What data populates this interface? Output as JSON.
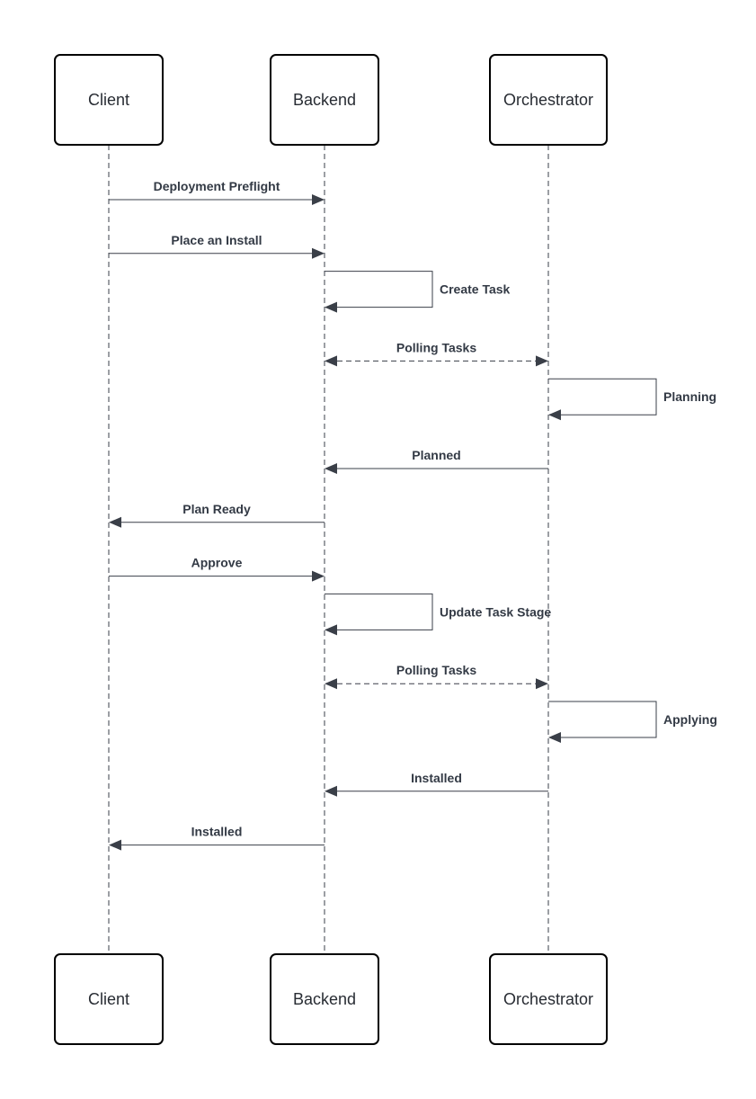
{
  "diagram": {
    "type": "sequence",
    "colors": {
      "box_stroke": "#000000",
      "line": "#3a3f48",
      "label": "#333a45",
      "participant_text": "#282c33"
    },
    "participants": [
      {
        "id": "client",
        "label": "Client"
      },
      {
        "id": "backend",
        "label": "Backend"
      },
      {
        "id": "orchestrator",
        "label": "Orchestrator"
      }
    ],
    "messages": [
      {
        "from": "client",
        "to": "backend",
        "label": "Deployment Preflight",
        "style": "solid"
      },
      {
        "from": "client",
        "to": "backend",
        "label": "Place an Install",
        "style": "solid"
      },
      {
        "from": "backend",
        "to": "backend",
        "label": "Create Task",
        "style": "self"
      },
      {
        "from": "backend",
        "to": "orchestrator",
        "label": "Polling Tasks",
        "style": "dashed-both"
      },
      {
        "from": "orchestrator",
        "to": "orchestrator",
        "label": "Planning",
        "style": "self"
      },
      {
        "from": "orchestrator",
        "to": "backend",
        "label": "Planned",
        "style": "solid"
      },
      {
        "from": "backend",
        "to": "client",
        "label": "Plan Ready",
        "style": "solid"
      },
      {
        "from": "client",
        "to": "backend",
        "label": "Approve",
        "style": "solid"
      },
      {
        "from": "backend",
        "to": "backend",
        "label": "Update Task Stage",
        "style": "self"
      },
      {
        "from": "backend",
        "to": "orchestrator",
        "label": "Polling Tasks",
        "style": "dashed-both"
      },
      {
        "from": "orchestrator",
        "to": "orchestrator",
        "label": "Applying",
        "style": "self"
      },
      {
        "from": "orchestrator",
        "to": "backend",
        "label": "Installed",
        "style": "solid"
      },
      {
        "from": "backend",
        "to": "client",
        "label": "Installed",
        "style": "solid"
      }
    ]
  }
}
